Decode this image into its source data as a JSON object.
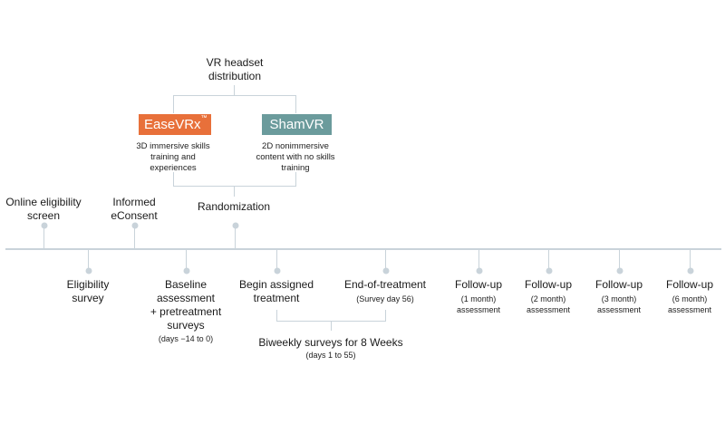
{
  "header": {
    "label": "VR headset\ndistribution"
  },
  "arms": [
    {
      "name": "EaseVRx",
      "mark": "™",
      "color": "#e8703a",
      "description": "3D immersive skills\ntraining and\nexperiences"
    },
    {
      "name": "ShamVR",
      "mark": "",
      "color": "#6b9b9c",
      "description": "2D nonimmersive\ncontent with no skills\ntraining"
    }
  ],
  "colors": {
    "timeline": "#c9d3da"
  },
  "above_events": [
    {
      "label": "Online eligibility\nscreen"
    },
    {
      "label": "Informed\neConsent"
    },
    {
      "label": "Randomization"
    }
  ],
  "below_events": [
    {
      "label": "Eligibility\nsurvey",
      "sub": ""
    },
    {
      "label": "Baseline\nassessment\n+ pretreatment\nsurveys",
      "sub": "(days −14 to 0)"
    },
    {
      "label": "Begin assigned\ntreatment",
      "sub": ""
    },
    {
      "label": "End-of-treatment",
      "sub": "(Survey day 56)"
    },
    {
      "label": "Follow-up",
      "sub": "(1 month)\nassessment"
    },
    {
      "label": "Follow-up",
      "sub": "(2 month)\nassessment"
    },
    {
      "label": "Follow-up",
      "sub": "(3 month)\nassessment"
    },
    {
      "label": "Follow-up",
      "sub": "(6 month)\nassessment"
    }
  ],
  "bracket": {
    "label": "Biweekly surveys for 8 Weeks",
    "sub": "(days 1 to 55)"
  }
}
